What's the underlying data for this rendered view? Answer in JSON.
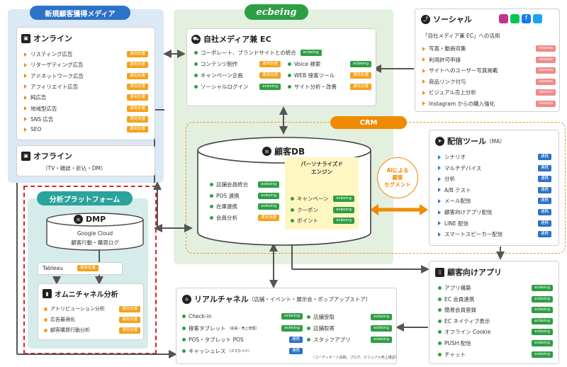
{
  "logo_text": "ecbeing",
  "media": {
    "heading": "新規顧客獲得メディア",
    "online": {
      "title": "オンライン",
      "items": [
        {
          "label": "リスティング広告",
          "tag": "運用支援"
        },
        {
          "label": "リターゲティング広告",
          "tag": "運用支援"
        },
        {
          "label": "アドネットワーク広告",
          "tag": "運用支援"
        },
        {
          "label": "アフィリエイト広告",
          "tag": "運用支援"
        },
        {
          "label": "純広告",
          "tag": "運用支援"
        },
        {
          "label": "地域型広告",
          "tag": "運用支援"
        },
        {
          "label": "SNS 広告",
          "tag": "運用支援"
        },
        {
          "label": "SEO",
          "tag": "運用支援"
        }
      ]
    },
    "offline": {
      "title": "オフライン",
      "sub": "（TV・雑誌・折込・DM）"
    }
  },
  "analytics": {
    "heading": "分析プラットフォーム",
    "dmp": {
      "title": "DMP",
      "sub1": "Google Cloud",
      "sub2": "顧客行動・購買ログ"
    },
    "tableau": {
      "label": "Tableau",
      "tag": "運用支援"
    },
    "omni": {
      "title": "オムニチャネル分析",
      "items": [
        {
          "label": "アトリビューション分析",
          "tag": "運用支援"
        },
        {
          "label": "広告最適化",
          "tag": "運用支援"
        },
        {
          "label": "顧客購買行動分析",
          "tag": "運用支援"
        }
      ]
    }
  },
  "ec": {
    "title": "自社メディア兼 EC",
    "full": {
      "label": "コーポレート、ブランドサイトとの統合",
      "tag": "ecbeing"
    },
    "left": [
      {
        "label": "コンテンツ制作",
        "tag": "運用支援"
      },
      {
        "label": "キャンペーン企画",
        "tag": "運用支援"
      },
      {
        "label": "ソーシャルログイン",
        "tag": "ecbeing"
      }
    ],
    "right": [
      {
        "label": "Voice 検索",
        "tag": "ecbeing"
      },
      {
        "label": "WEB 接客ツール",
        "tag": "運用支援"
      },
      {
        "label": "サイト分析・改善",
        "tag": "運用支援"
      }
    ]
  },
  "social": {
    "title": "ソーシャル",
    "caption": "「自社メディア兼 EC」への活用",
    "items": [
      {
        "label": "写真・動画収集",
        "tag": "visumo"
      },
      {
        "label": "利用許可申請",
        "tag": "visumo"
      },
      {
        "label": "サイトへのユーザー写真掲載",
        "tag": "visumo"
      },
      {
        "label": "商品リンク付与",
        "tag": "visumo"
      },
      {
        "label": "ビジュアル売上分析",
        "tag": "visumo"
      },
      {
        "label": "Instagram からの購入強化",
        "tag": "visumo"
      }
    ]
  },
  "crm": {
    "label": "CRM"
  },
  "db": {
    "title": "顧客DB",
    "items": [
      {
        "label": "店舗会員統合",
        "tag": "ecbeing"
      },
      {
        "label": "POS 連携",
        "tag": "ecbeing"
      },
      {
        "label": "在庫連携",
        "tag": "ecbeing"
      },
      {
        "label": "会員分析",
        "tag": "運用支援"
      }
    ],
    "personalize": {
      "title1": "パーソナライズド",
      "title2": "エンジン",
      "items": [
        {
          "label": "キャンペーン",
          "tag": "ecbeing"
        },
        {
          "label": "クーポン",
          "tag": "ecbeing"
        },
        {
          "label": "ポイント",
          "tag": "ecbeing"
        }
      ]
    }
  },
  "ai": {
    "line1": "AIによる",
    "line2": "顧客",
    "line3": "セグメント"
  },
  "ma": {
    "title": "配信ツール",
    "title_suffix": "（MA）",
    "items": [
      {
        "label": "シナリオ",
        "tag": "連携"
      },
      {
        "label": "マルチデバイス",
        "tag": "連携"
      },
      {
        "label": "分析",
        "tag": "連携"
      },
      {
        "label": "A/B テスト",
        "tag": "連携"
      },
      {
        "label": "メール配信",
        "tag": "連携"
      },
      {
        "label": "顧客向けアプリ配信",
        "tag": "連携"
      },
      {
        "label": "LINE 配信",
        "tag": "連携"
      },
      {
        "label": "スマートスピーカー配信",
        "tag": "連携"
      }
    ]
  },
  "app": {
    "title": "顧客向けアプリ",
    "items": [
      {
        "label": "アプリ構築",
        "tag": "ecbeing"
      },
      {
        "label": "EC 会員連携",
        "tag": "ecbeing"
      },
      {
        "label": "簡易会員登録",
        "tag": "ecbeing"
      },
      {
        "label": "EC ネイティブ表示",
        "tag": "ecbeing"
      },
      {
        "label": "オフライン Cookie",
        "tag": "ecbeing"
      },
      {
        "label": "PUSH 配信",
        "tag": "ecbeing"
      },
      {
        "label": "チャット",
        "tag": "ecbeing"
      }
    ]
  },
  "real": {
    "title": "リアルチャネル",
    "title_suffix": "（店舗・イベント・展示会・ポップアップストア）",
    "left": [
      {
        "label": "Check-in",
        "tag": "ecbeing"
      },
      {
        "label": "接客タブレット",
        "note": "（会員・売上管理）",
        "tag": "ecbeing"
      },
      {
        "label": "POS・タブレット POS",
        "tag": "連携"
      },
      {
        "label": "キャッシュレス",
        "note": "（スマホペイ）",
        "tag": "連携"
      }
    ],
    "right": [
      {
        "label": "店舗受取",
        "tag": "ecbeing"
      },
      {
        "label": "店舗取寄",
        "tag": "ecbeing"
      },
      {
        "label": "スタッフアプリ",
        "tag": "ecbeing"
      }
    ],
    "staff_note": "（コーディネート投稿、ブログ、ビジュアル売上確認）"
  }
}
